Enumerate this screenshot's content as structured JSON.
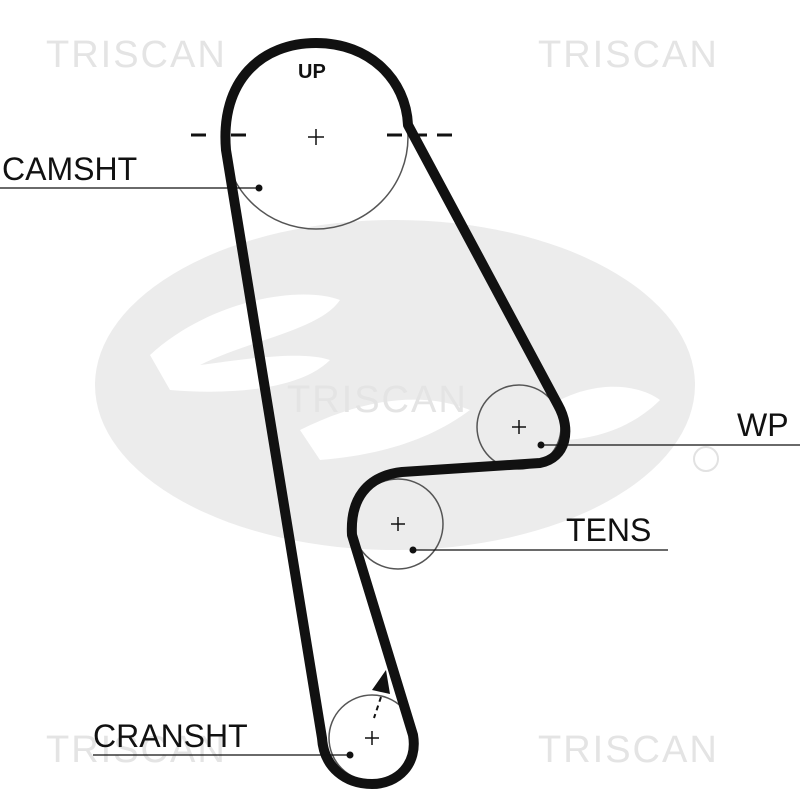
{
  "watermark": "TRISCAN",
  "labels": {
    "up": "UP",
    "camshaft": "CAMSHT",
    "water_pump": "WP",
    "tensioner": "TENS",
    "crankshaft": "CRANSHT"
  },
  "colors": {
    "belt": "#111111",
    "pulley": "#555555",
    "watermark": "#e4e4e4",
    "logo": "#ececec"
  },
  "logo_icon": "gates-logo-watermark"
}
